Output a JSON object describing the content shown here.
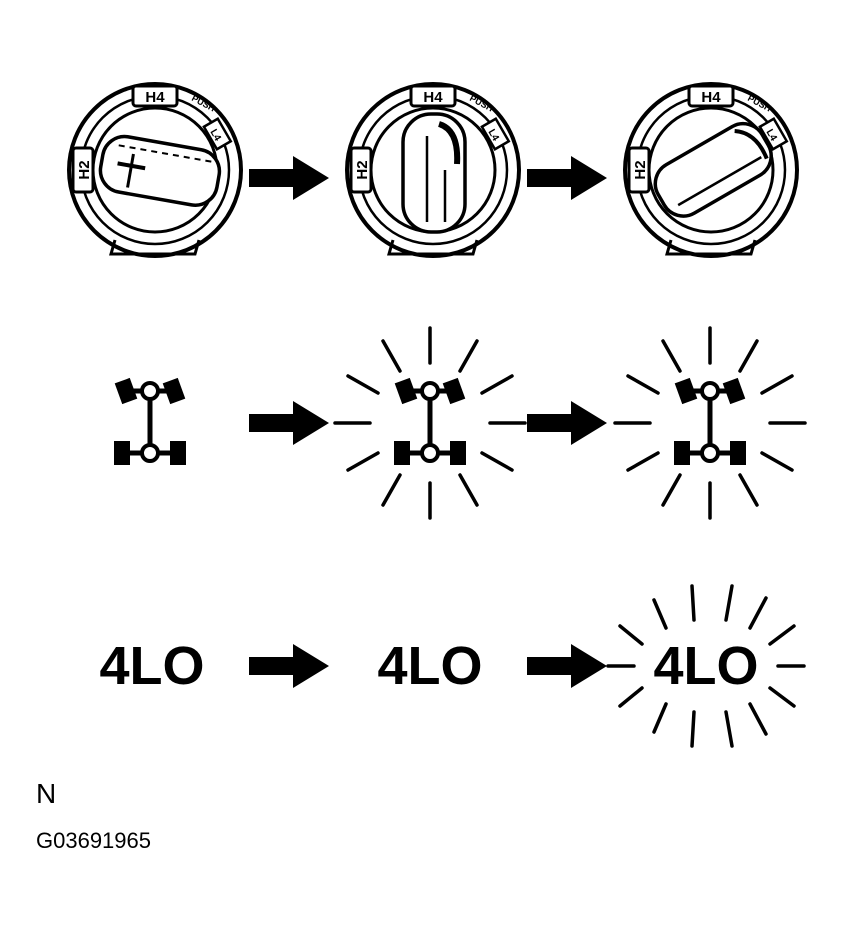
{
  "dial": {
    "labels": {
      "h2": "H2",
      "h4": "H4",
      "push": "PUSH",
      "l4": "L4"
    },
    "states": [
      {
        "state": "H2"
      },
      {
        "state": "transition"
      },
      {
        "state": "L4"
      }
    ]
  },
  "indicator_4wd": {
    "icons": [
      {
        "flashing": false
      },
      {
        "flashing": true
      },
      {
        "flashing": true
      }
    ]
  },
  "indicator_4lo": {
    "label": "4LO",
    "items": [
      {
        "flashing": false
      },
      {
        "flashing": false
      },
      {
        "flashing": true
      }
    ]
  },
  "footer": {
    "letter": "N",
    "code": "G03691965"
  },
  "colors": {
    "ink": "#000000",
    "paper": "#ffffff"
  }
}
